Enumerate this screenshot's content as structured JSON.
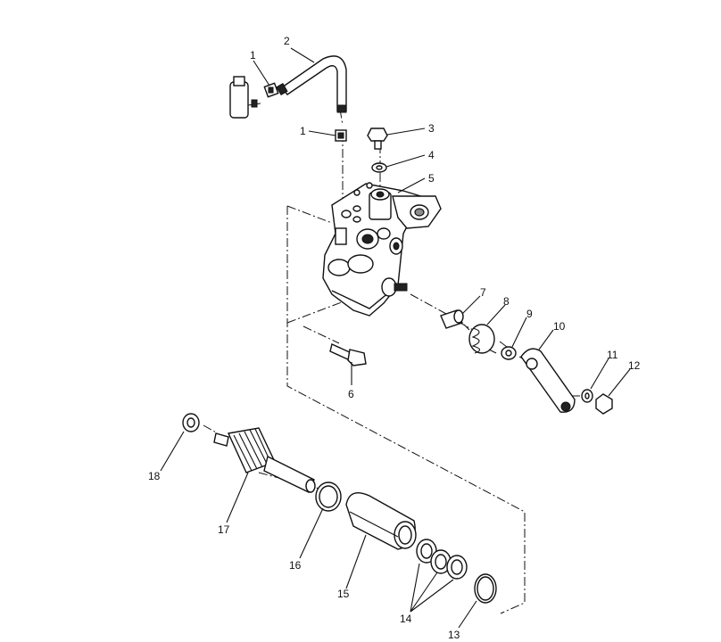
{
  "diagram": {
    "callouts": {
      "c1a": "1",
      "c1b": "1",
      "c2": "2",
      "c3": "3",
      "c4": "4",
      "c5": "5",
      "c6": "6",
      "c7": "7",
      "c8": "8",
      "c9": "9",
      "c10": "10",
      "c11": "11",
      "c12": "12",
      "c13": "13",
      "c14": "14",
      "c15": "15",
      "c16": "16",
      "c17": "17",
      "c18": "18"
    }
  }
}
